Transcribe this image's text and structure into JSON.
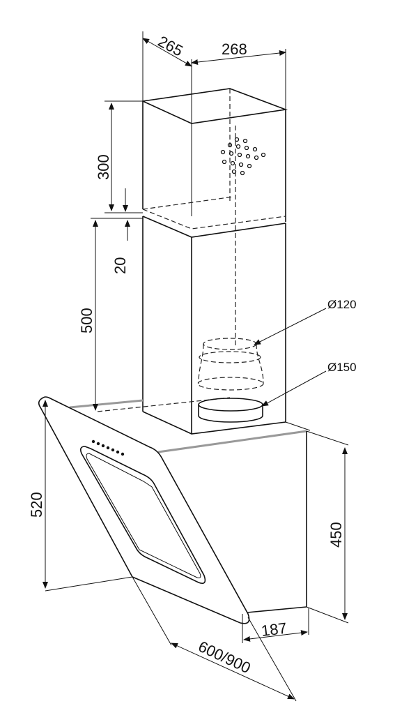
{
  "title": "Cooker hood dimension drawing",
  "dimensions": {
    "chimney_depth": "265",
    "chimney_width": "268",
    "upper_chimney_height": "300",
    "overlap": "20",
    "lower_chimney_height": "500",
    "glass_height": "520",
    "body_height": "450",
    "body_depth": "187",
    "width": "600/900",
    "duct_small": "Ø120",
    "duct_large": "Ø150"
  }
}
